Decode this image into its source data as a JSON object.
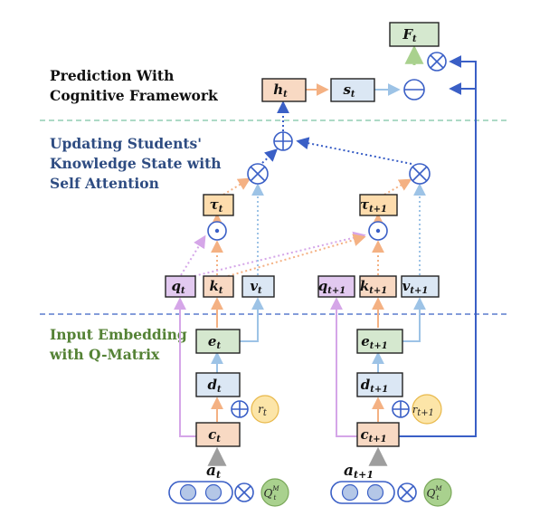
{
  "sections": {
    "prediction": {
      "line1": "Prediction With",
      "line2": "Cognitive Framework"
    },
    "updating": {
      "line1": "Updating Students'",
      "line2": "Knowledge State with",
      "line3": "Self Attention"
    },
    "embedding": {
      "line1": "Input Embedding",
      "line2": "with Q-Matrix"
    }
  },
  "nodes": {
    "F": {
      "base": "F",
      "sub": "t"
    },
    "h": {
      "base": "h",
      "sub": "t"
    },
    "s": {
      "base": "s",
      "sub": "t"
    },
    "tau_t": {
      "base": "τ",
      "sub": "t"
    },
    "tau_t1": {
      "base": "τ",
      "sub": "t+1"
    },
    "q_t": {
      "base": "q",
      "sub": "t"
    },
    "k_t": {
      "base": "k",
      "sub": "t"
    },
    "v_t": {
      "base": "v",
      "sub": "t"
    },
    "q_t1": {
      "base": "q",
      "sub": "t+1"
    },
    "k_t1": {
      "base": "k",
      "sub": "t+1"
    },
    "v_t1": {
      "base": "v",
      "sub": "t+1"
    },
    "e_t": {
      "base": "e",
      "sub": "t"
    },
    "d_t": {
      "base": "d",
      "sub": "t"
    },
    "c_t": {
      "base": "c",
      "sub": "t"
    },
    "e_t1": {
      "base": "e",
      "sub": "t+1"
    },
    "d_t1": {
      "base": "d",
      "sub": "t+1"
    },
    "c_t1": {
      "base": "c",
      "sub": "t+1"
    },
    "r_t": {
      "base": "r",
      "sub": "t"
    },
    "r_t1": {
      "base": "r",
      "sub": "t+1"
    },
    "a_t": {
      "base": "a",
      "sub": "t"
    },
    "a_t1": {
      "base": "a",
      "sub": "t+1"
    },
    "Q_t": {
      "base": "Q",
      "sub": "t",
      "sup": "M"
    },
    "Q_t1": {
      "base": "Q",
      "sub": "t",
      "sup": "M"
    }
  },
  "colors": {
    "orange_fill": "#f8d9c3",
    "blue_fill": "#dbe7f4",
    "green_fill": "#d5e8cf",
    "purple_fill": "#e2c9f0",
    "yellow_fill": "#fddcad",
    "circle_yellow": "#fce5a8",
    "circle_green": "#a9d18e",
    "border": "#222222",
    "section_dark_blue": "#2e4c82",
    "section_green": "#548235",
    "divider_green": "#7cc4a4",
    "divider_blue": "#3b62c4",
    "arrow_blue": "#9dc3e6",
    "arrow_dark_blue": "#3a5fc6",
    "arrow_orange": "#f4b183",
    "arrow_purple": "#d5a6e8",
    "arrow_green": "#a9d18e",
    "arrow_grey": "#9e9e9e"
  },
  "operators": {
    "otimes": "otimes-icon",
    "oplus": "oplus-icon",
    "odot": "odot-icon",
    "ominus": "ominus-icon"
  }
}
